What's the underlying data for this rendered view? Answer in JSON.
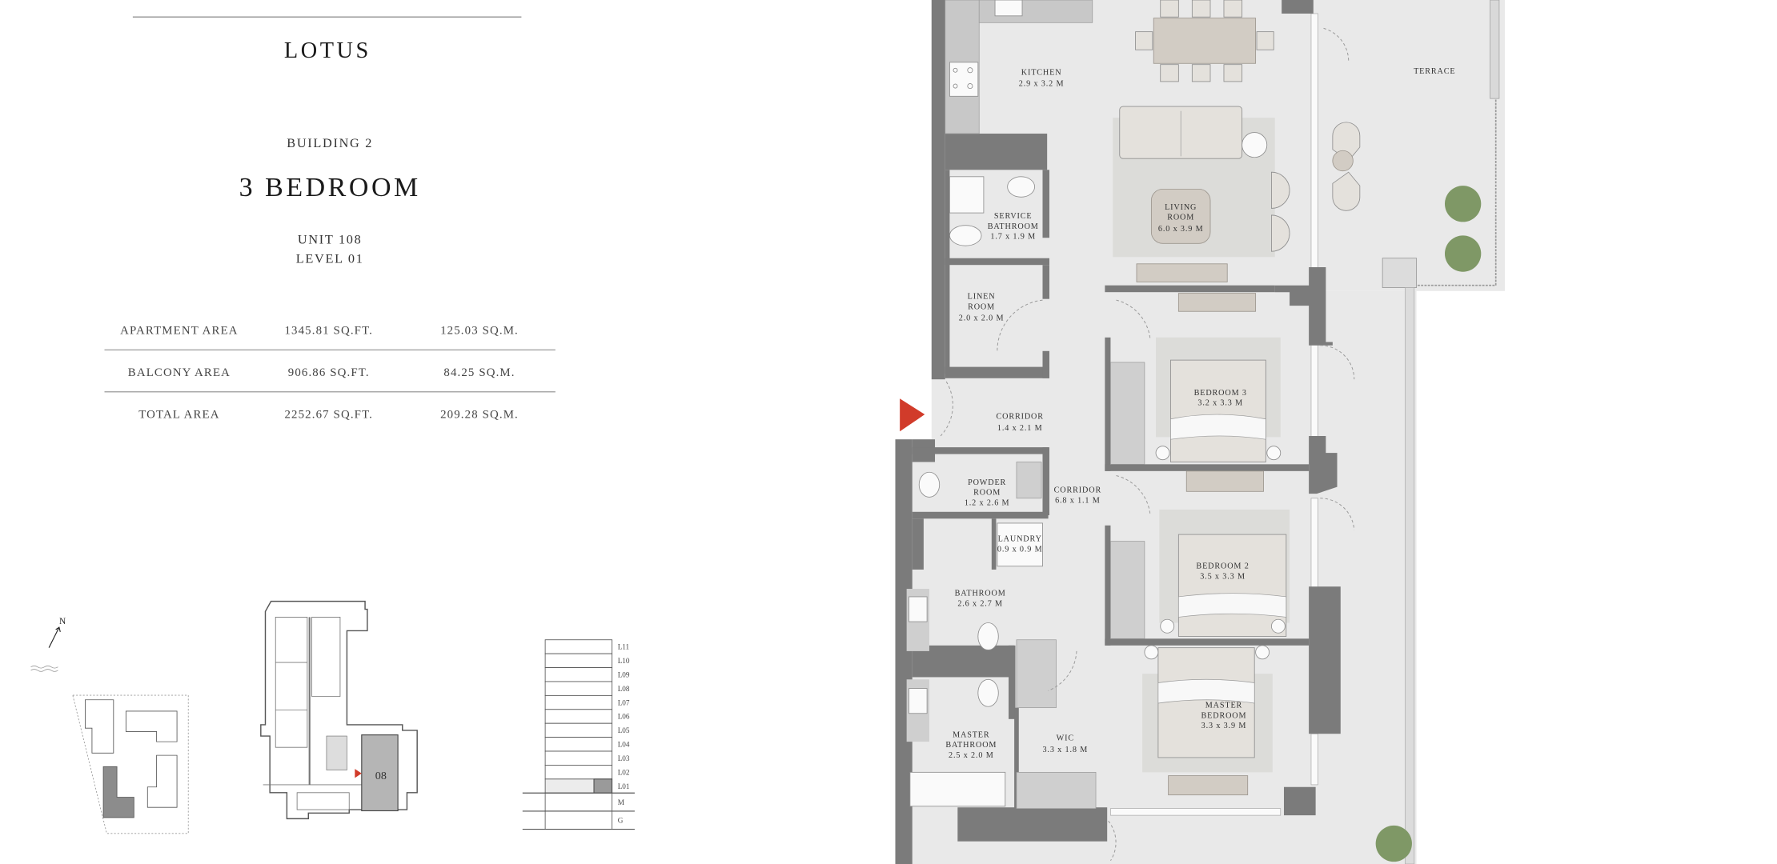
{
  "header": {
    "project": "LOTUS",
    "building": "BUILDING 2",
    "unit_type": "3 BEDROOM",
    "unit": "UNIT 108",
    "level": "LEVEL 01"
  },
  "areas": [
    {
      "label": "APARTMENT AREA",
      "sqft": "1345.81 SQ.FT.",
      "sqm": "125.03 SQ.M."
    },
    {
      "label": "BALCONY AREA",
      "sqft": "906.86 SQ.FT.",
      "sqm": "84.25 SQ.M."
    },
    {
      "label": "TOTAL AREA",
      "sqft": "2252.67 SQ.FT.",
      "sqm": "209.28 SQ.M."
    }
  ],
  "rooms": {
    "kitchen": {
      "name": "KITCHEN",
      "size": "2.9 x 3.2 M"
    },
    "service_bathroom": {
      "name1": "SERVICE",
      "name2": "BATHROOM",
      "size": "1.7 x 1.9 M"
    },
    "living_room": {
      "name1": "LIVING",
      "name2": "ROOM",
      "size": "6.0 x 3.9 M"
    },
    "linen_room": {
      "name1": "LINEN",
      "name2": "ROOM",
      "size": "2.0 x 2.0 M"
    },
    "corridor_1": {
      "name": "CORRIDOR",
      "size": "1.4 x 2.1 M"
    },
    "bedroom_3": {
      "name": "BEDROOM 3",
      "size": "3.2 x 3.3 M"
    },
    "powder_room": {
      "name1": "POWDER",
      "name2": "ROOM",
      "size": "1.2 x 2.6 M"
    },
    "corridor_2": {
      "name": "CORRIDOR",
      "size": "6.8 x 1.1 M"
    },
    "laundry": {
      "name": "LAUNDRY",
      "size": "0.9 x 0.9 M"
    },
    "bedroom_2": {
      "name": "BEDROOM 2",
      "size": "3.5 x 3.3 M"
    },
    "bathroom": {
      "name": "BATHROOM",
      "size": "2.6 x 2.7 M"
    },
    "master_bedroom": {
      "name1": "MASTER",
      "name2": "BEDROOM",
      "size": "3.3 x 3.9 M"
    },
    "master_bathroom": {
      "name1": "MASTER",
      "name2": "BATHROOM",
      "size": "2.5 x 2.0 M"
    },
    "wic": {
      "name": "WIC",
      "size": "3.3 x 1.8 M"
    },
    "terrace": {
      "name": "TERRACE"
    }
  },
  "key_plan": {
    "north": "N",
    "unit_number": "08",
    "levels": [
      "L11",
      "L10",
      "L09",
      "L08",
      "L07",
      "L06",
      "L05",
      "L04",
      "L03",
      "L02",
      "L01",
      "M",
      "G"
    ],
    "highlighted_level": "L01"
  },
  "colors": {
    "entry_marker": "#d13b2a",
    "wall": "#7b7b7b",
    "floor": "#e9e9e9"
  }
}
